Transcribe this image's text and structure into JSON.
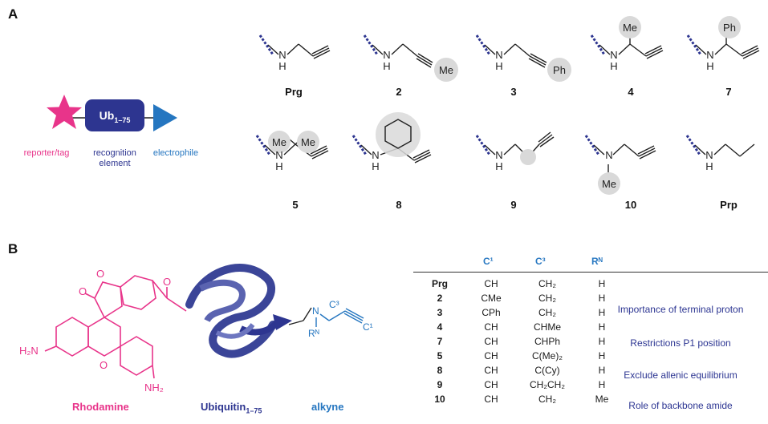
{
  "panels": {
    "a": "A",
    "b": "B"
  },
  "scheme": {
    "ub_label": "Ub",
    "ub_sub": "1–75",
    "reporter": "reporter/tag",
    "recognition_1": "recognition",
    "recognition_2": "element",
    "electrophile": "electrophile",
    "colors": {
      "reporter": "#e8348a",
      "ub": "#2d3590",
      "electrophile": "#2576c0"
    }
  },
  "compounds": [
    {
      "id": "Prg"
    },
    {
      "id": "2"
    },
    {
      "id": "3"
    },
    {
      "id": "4"
    },
    {
      "id": "7"
    },
    {
      "id": "5"
    },
    {
      "id": "8"
    },
    {
      "id": "9"
    },
    {
      "id": "10"
    },
    {
      "id": "Prp"
    }
  ],
  "atoms": {
    "N": "N",
    "H": "H",
    "Me": "Me",
    "Ph": "Ph"
  },
  "probe": {
    "h2n": "H₂N",
    "nh2": "NH₂",
    "o": "O",
    "n": "N",
    "c3": "C³",
    "c1": "C¹",
    "rn": "Rᴺ",
    "rhodamine": "Rhodamine",
    "ubiquitin": "Ubiquitin",
    "ubiquitin_sub": "1–75",
    "alkyne": "alkyne"
  },
  "table": {
    "headers": [
      "C¹",
      "C³",
      "Rᴺ"
    ],
    "rows": [
      {
        "id": "Prg",
        "c1": "CH",
        "c3": "CH₂",
        "rn": "H"
      },
      {
        "id": "2",
        "c1": "CMe",
        "c3": "CH₂",
        "rn": "H"
      },
      {
        "id": "3",
        "c1": "CPh",
        "c3": "CH₂",
        "rn": "H"
      },
      {
        "id": "4",
        "c1": "CH",
        "c3": "CHMe",
        "rn": "H"
      },
      {
        "id": "7",
        "c1": "CH",
        "c3": "CHPh",
        "rn": "H"
      },
      {
        "id": "5",
        "c1": "CH",
        "c3": "C(Me)₂",
        "rn": "H"
      },
      {
        "id": "8",
        "c1": "CH",
        "c3": "C(Cy)",
        "rn": "H"
      },
      {
        "id": "9",
        "c1": "CH",
        "c3": "CH₂CH₂",
        "rn": "H"
      },
      {
        "id": "10",
        "c1": "CH",
        "c3": "CH₂",
        "rn": "Me"
      }
    ],
    "notes": [
      "Importance of terminal proton",
      "Restrictions P1 position",
      "Exclude allenic equilibrium",
      "Role of backbone amide"
    ]
  }
}
